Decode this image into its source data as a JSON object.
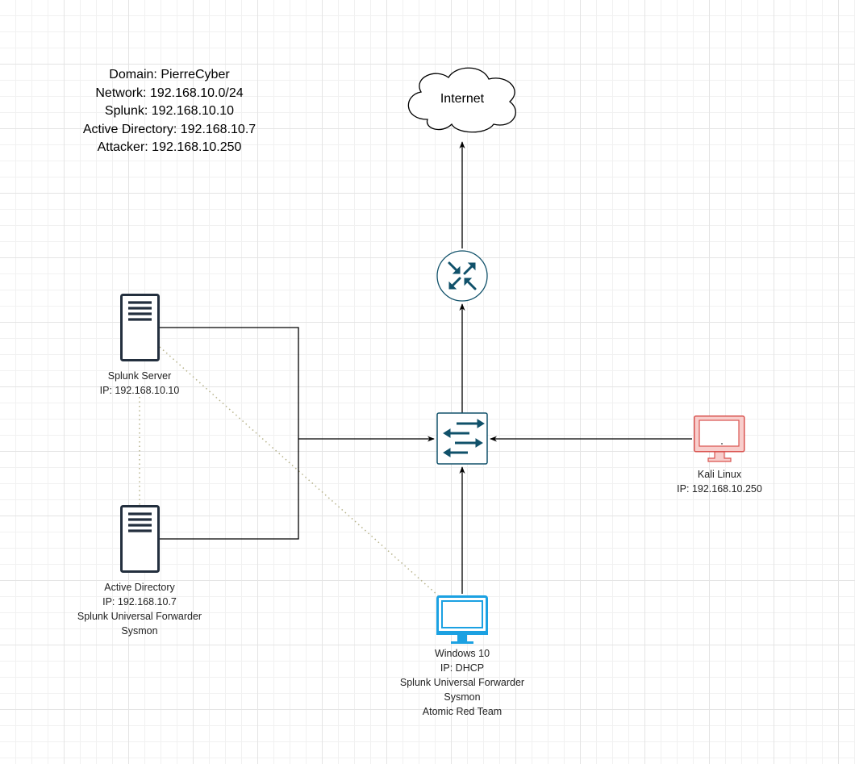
{
  "info": {
    "domain": "Domain: PierreCyber",
    "network": "Network: 192.168.10.0/24",
    "splunk": "Splunk: 192.168.10.10",
    "active_directory": "Active Directory: 192.168.10.7",
    "attacker": "Attacker: 192.168.10.250"
  },
  "nodes": {
    "internet": {
      "label": "Internet"
    },
    "router": {
      "icon": "router-icon"
    },
    "switch": {
      "icon": "switch-icon"
    },
    "splunk_server": {
      "icon": "server-icon",
      "lines": [
        "Splunk Server",
        "IP: 192.168.10.10"
      ]
    },
    "active_directory": {
      "icon": "server-icon",
      "lines": [
        "Active Directory",
        "IP: 192.168.10.7",
        "Splunk Universal Forwarder",
        "Sysmon"
      ]
    },
    "windows10": {
      "icon": "monitor-icon",
      "lines": [
        "Windows 10",
        "IP: DHCP",
        "Splunk Universal Forwarder",
        "Sysmon",
        "Atomic Red Team"
      ]
    },
    "kali": {
      "icon": "monitor-icon",
      "lines": [
        "Kali Linux",
        "IP: 192.168.10.250"
      ]
    }
  },
  "colors": {
    "router_switch": "#10516a",
    "server": "#232f3e",
    "windows_monitor": "#1ba1e2",
    "kali_monitor": "#f8cecc",
    "kali_stroke": "#d9534f",
    "dotted_link": "#b6b28a"
  }
}
